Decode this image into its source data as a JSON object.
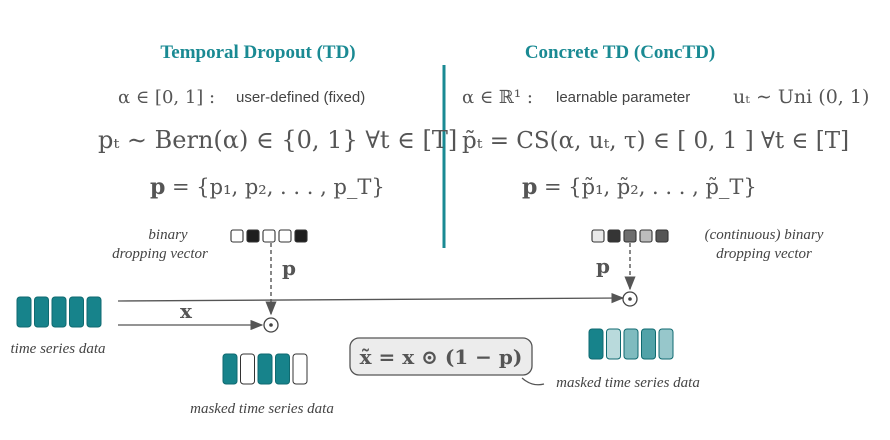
{
  "left": {
    "title": "Temporal Dropout (TD)",
    "alpha_math": "α ∈ [0, 1] :",
    "alpha_note": "user-defined (fixed)",
    "p_eq": "pₜ ∼ Bern(α) ∈ {0, 1}  ∀t ∈ [T]",
    "vec_eq": "= {p₁, p₂, . . . , p_T}",
    "vec_symbol": "p",
    "dropping_label_line1": "binary",
    "dropping_label_line2": "dropping vector",
    "input_label": "time series data",
    "x_label": "x",
    "p_label": "p",
    "masked_label": "masked time series data",
    "dropping_vector": [
      0,
      1,
      0,
      0,
      1
    ],
    "mask_fill": [
      1,
      0,
      1,
      1,
      0
    ]
  },
  "right": {
    "title": "Concrete TD (ConcTD)",
    "alpha_math": "α ∈ ℝ¹ :",
    "alpha_note": "learnable parameter",
    "u_eq": "uₜ ∼ Uni (0, 1)",
    "p_eq": "p̃ₜ = CS(α, uₜ, τ) ∈ [ 0, 1 ] ∀t ∈ [T]",
    "vec_eq": "= {p̃₁, p̃₂, . . . , p̃_T}",
    "vec_symbol": "p",
    "dropping_label_line1": "(continuous) binary",
    "dropping_label_line2": "dropping vector",
    "p_label": "p",
    "masked_label": "masked time series data",
    "dropping_vector": [
      0.1,
      0.9,
      0.65,
      0.3,
      0.75
    ],
    "mask_fill": [
      1,
      0.3,
      0.55,
      0.75,
      0.45
    ]
  },
  "formula": "x̃ = x ⊙ (1 − p)",
  "colors": {
    "accent": "#1a8a93",
    "teal": "#17838b"
  }
}
